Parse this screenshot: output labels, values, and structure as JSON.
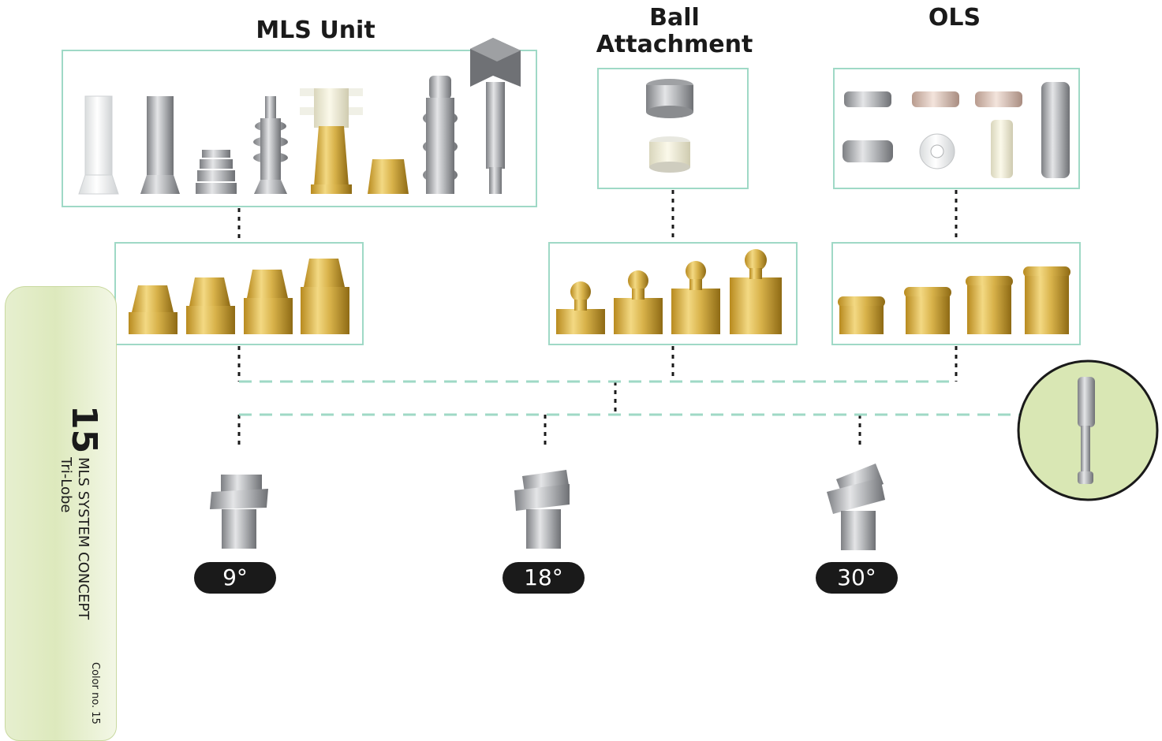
{
  "groups": {
    "mls_unit": "MLS Unit",
    "ball_attachment_line1": "Ball",
    "ball_attachment_line2": "Attachment",
    "ols": "OLS"
  },
  "side_tab": {
    "number": "15",
    "title": "MLS SYSTEM CONCEPT",
    "subtitle": "Tri-Lobe",
    "color_label": "Color no. 15"
  },
  "angles": [
    "9°",
    "18°",
    "30°"
  ],
  "colors": {
    "box_border": "#9fd9c6",
    "dashed_line": "#9fd9c6",
    "gold": "#d8b24a",
    "titanium": "#a9abae",
    "tab_green": "#dde9bd"
  }
}
